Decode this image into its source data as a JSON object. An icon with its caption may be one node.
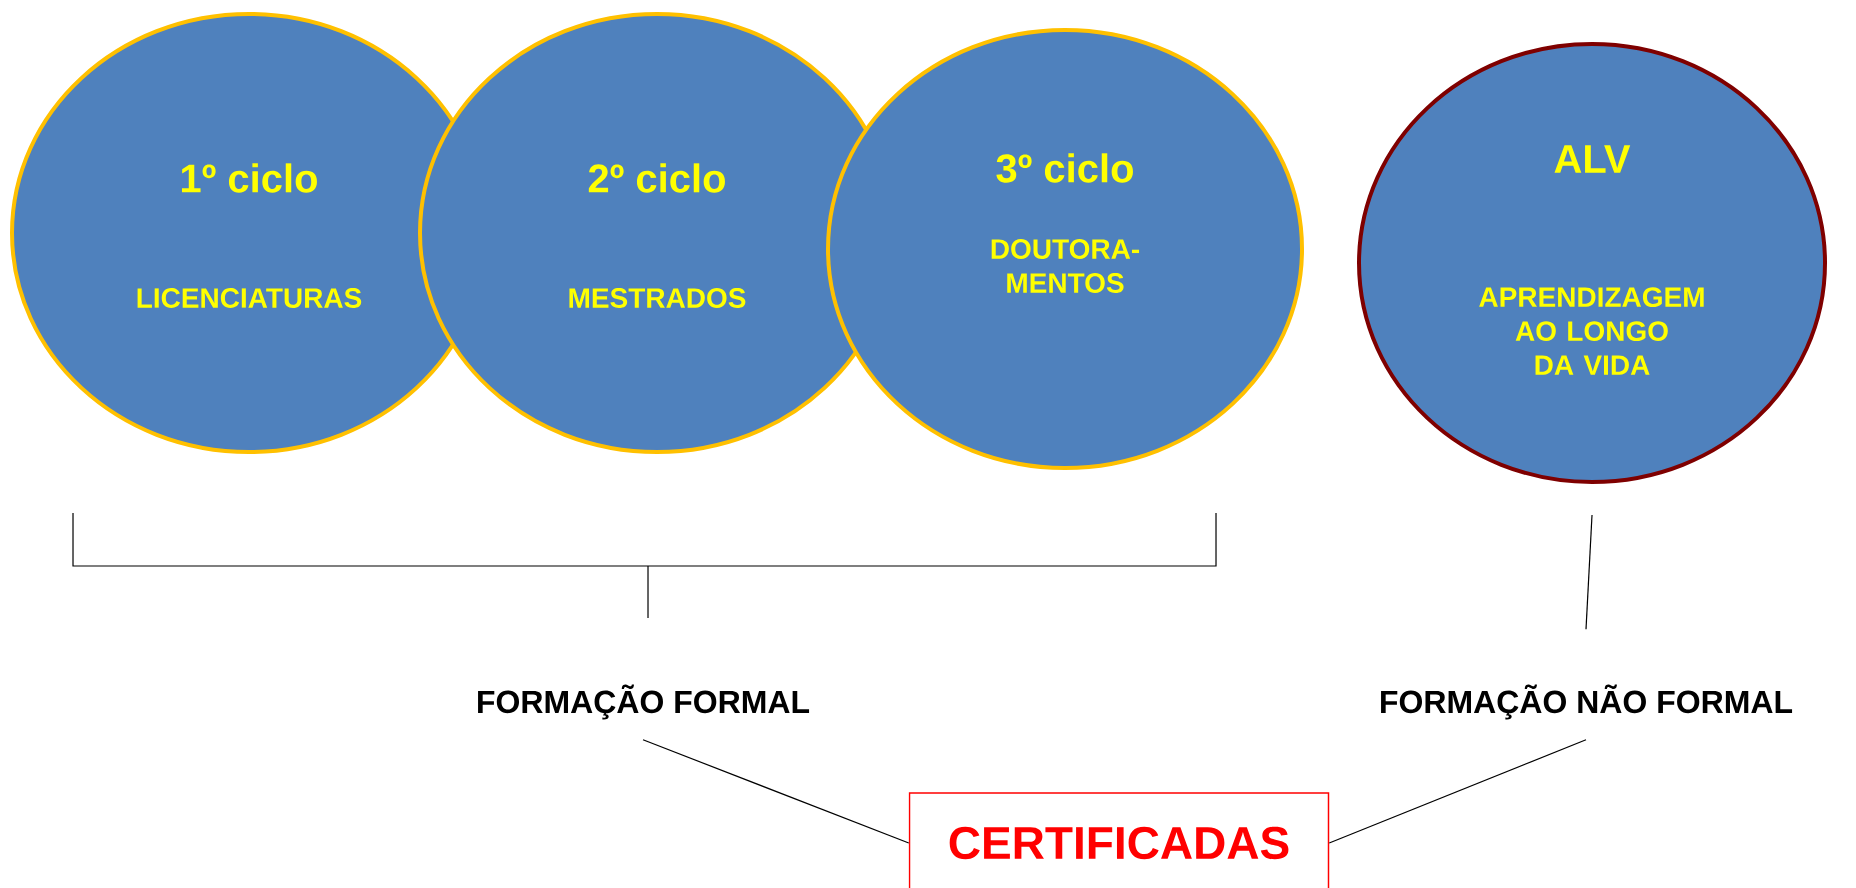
{
  "diagram": {
    "nodes": [
      {
        "text": [
          "1º ciclo",
          "LICENCIATURAS"
        ]
      },
      {
        "text": [
          "2º ciclo",
          "MESTRADOS"
        ]
      },
      {
        "text": [
          "3º ciclo",
          "DOUTORA- MENTOS"
        ]
      },
      {
        "text": [
          "ALV",
          "APRENDIZAGEM AO LONGO DA VIDA"
        ]
      },
      {
        "text": [
          "FORMAÇÃO FORMAL"
        ]
      },
      {
        "text": [
          "FORMAÇÃO NÃO FORMAL"
        ]
      },
      {
        "text": [
          "CERTIFICADAS"
        ]
      }
    ],
    "edges": [
      {
        "from": 3,
        "to": 5,
        "arrow": "none"
      },
      {
        "from": 4,
        "to": 6,
        "arrow": "none"
      },
      {
        "from": 5,
        "to": 6,
        "arrow": "none"
      }
    ]
  }
}
